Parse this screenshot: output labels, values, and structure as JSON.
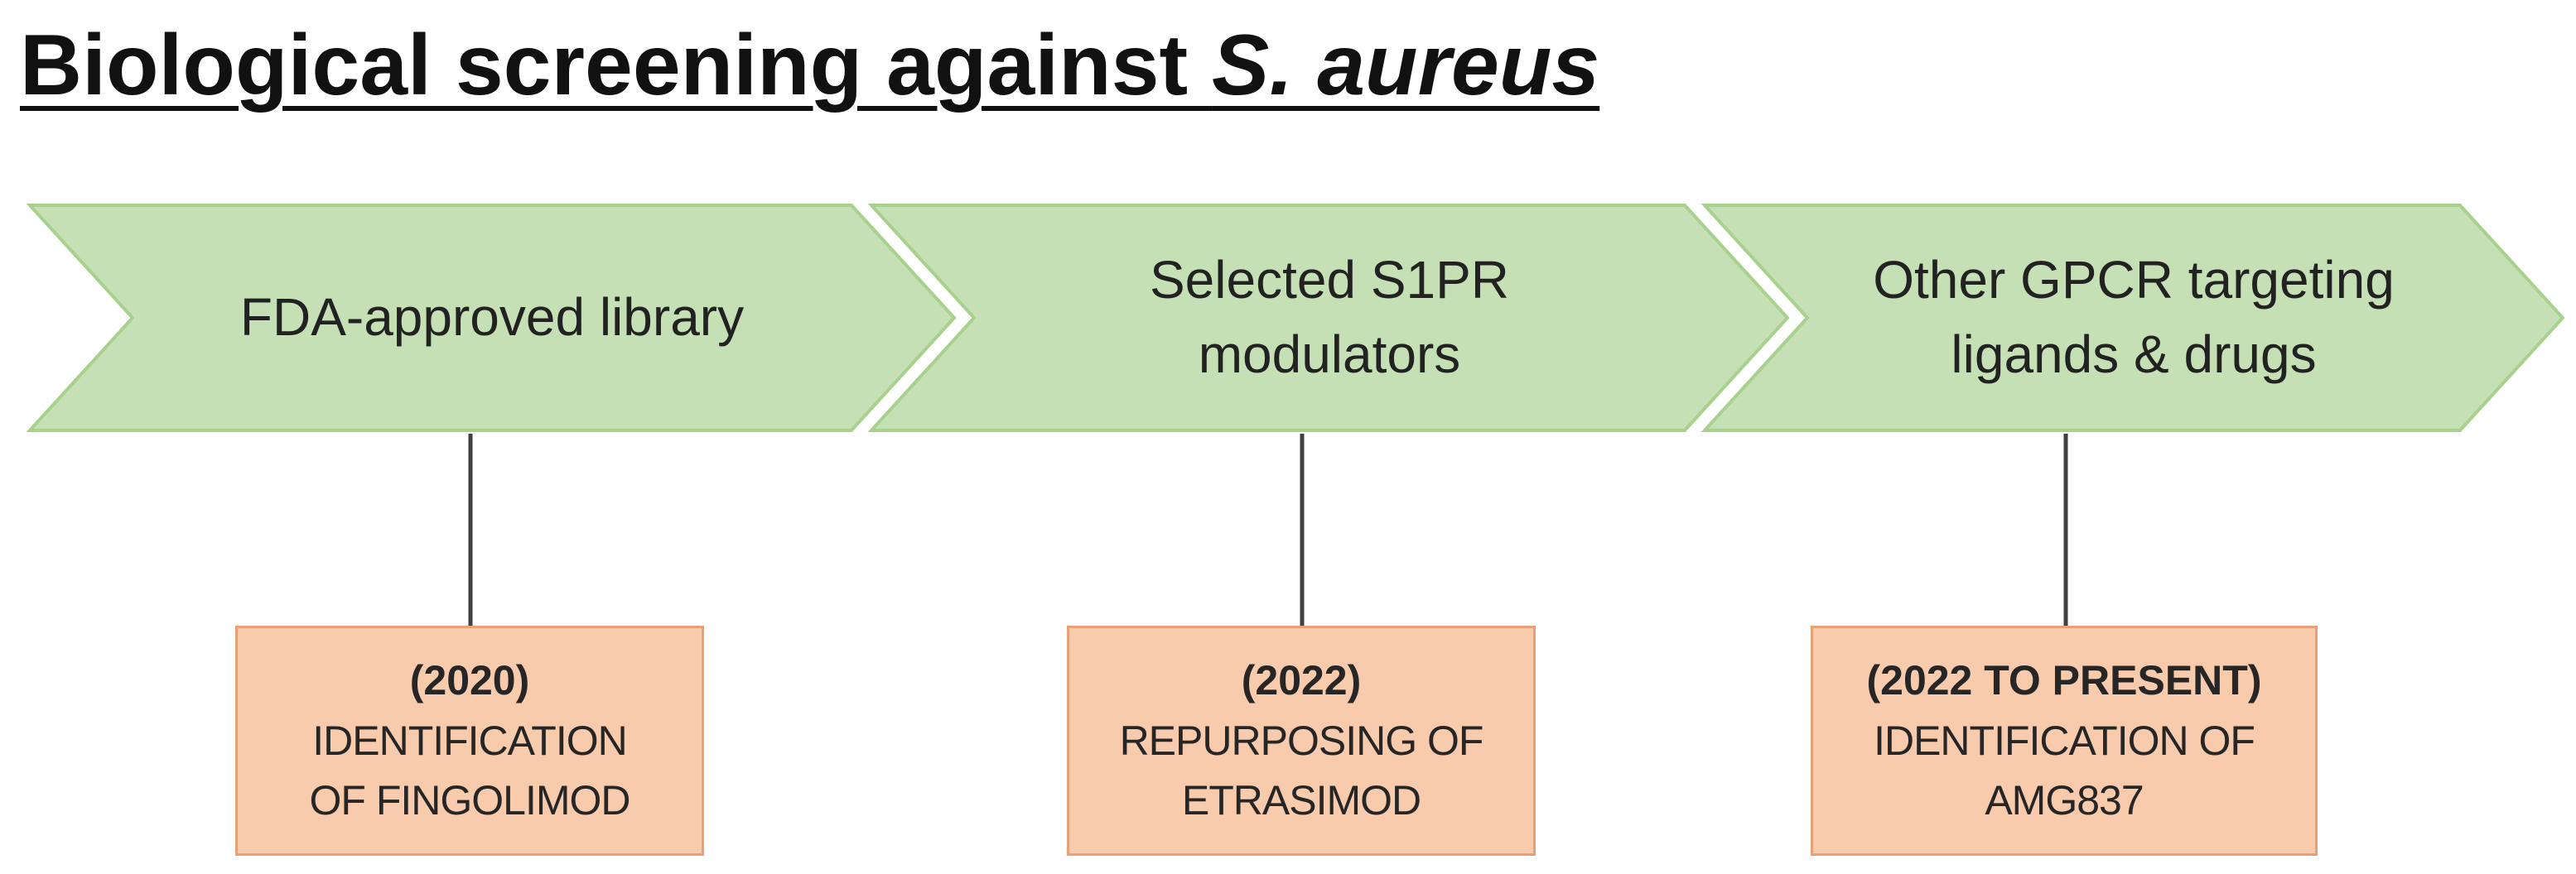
{
  "title": {
    "prefix": "Biological screening against ",
    "italic": "S. aureus"
  },
  "stages": [
    {
      "lines": [
        "FDA-approved library"
      ]
    },
    {
      "lines": [
        "Selected S1PR",
        "modulators"
      ]
    },
    {
      "lines": [
        "Other GPCR targeting",
        "ligands & drugs"
      ]
    }
  ],
  "notes": [
    {
      "year": "(2020)",
      "desc": "IDENTIFICATION\nOF FINGOLIMOD"
    },
    {
      "year": "(2022)",
      "desc": "REPURPOSING OF\nETRASIMOD"
    },
    {
      "year": "(2022 TO PRESENT)",
      "desc": "IDENTIFICATION OF\nAMG837"
    }
  ],
  "colors": {
    "chevron_fill": "#c5e0b4",
    "chevron_stroke": "#a9d18e",
    "note_fill": "#f8cbad",
    "note_stroke": "#e8a074",
    "connector": "#404040"
  }
}
